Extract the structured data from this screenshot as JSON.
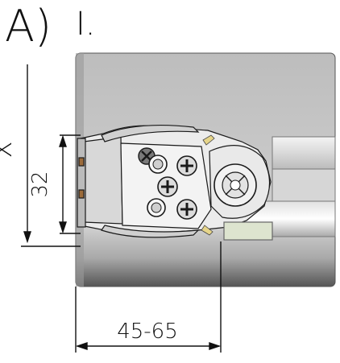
{
  "header": {
    "section_letter": "A)",
    "step_number": "I."
  },
  "dimensions": {
    "height_label": "X",
    "vertical_label": "32",
    "horizontal_label": "45-65"
  },
  "colors": {
    "panel": "#c9c9c9",
    "panel_shadow": "#8c8c8c",
    "bracket": "#e8e8e8",
    "outline": "#1a1a1a",
    "accent_green": "#dde4cf",
    "accent_yellow": "#e6d58a"
  },
  "icons": {
    "screw": "phillips-screw-icon",
    "hole": "mounting-hole-icon"
  }
}
